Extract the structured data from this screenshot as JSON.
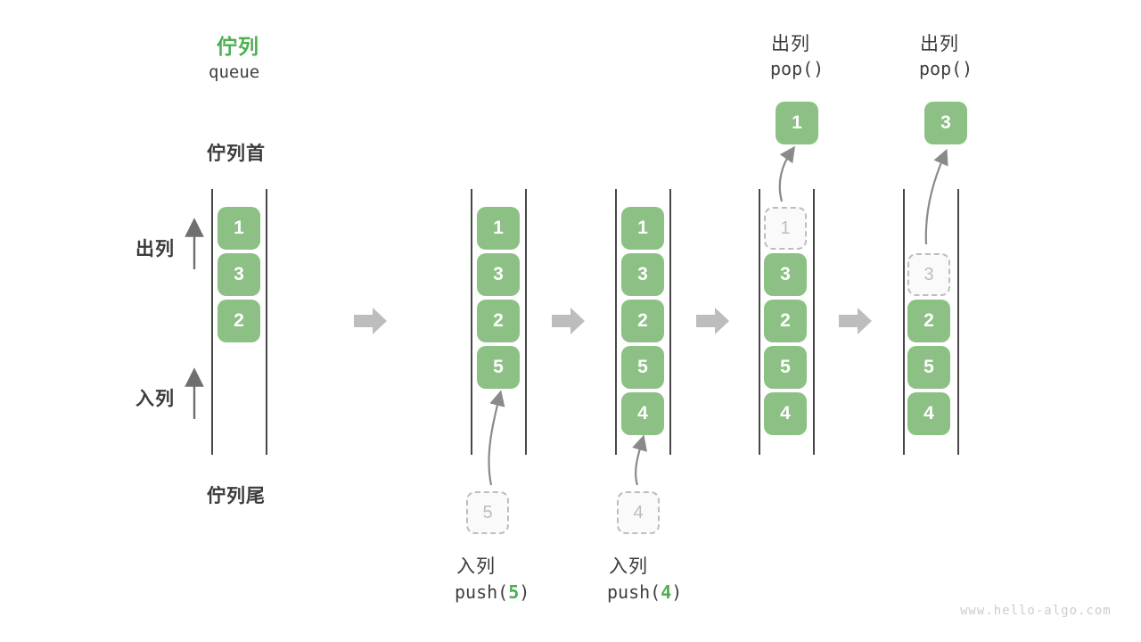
{
  "header": {
    "title": "佇列",
    "subtitle": "queue"
  },
  "side_labels": {
    "queue_front": "佇列首",
    "queue_rear": "佇列尾",
    "dequeue": "出列",
    "enqueue": "入列"
  },
  "columns": [
    {
      "cells": [
        "1",
        "3",
        "2"
      ]
    },
    {
      "cells": [
        "1",
        "3",
        "2",
        "5"
      ],
      "ghost": "5",
      "op_label": "入列",
      "op_code_before": "push(",
      "op_arg": "5",
      "op_code_after": ")"
    },
    {
      "cells": [
        "1",
        "3",
        "2",
        "5",
        "4"
      ],
      "ghost": "4",
      "op_label": "入列",
      "op_code_before": "push(",
      "op_arg": "4",
      "op_code_after": ")"
    },
    {
      "cells": [
        "3",
        "2",
        "5",
        "4"
      ],
      "ghost": "1",
      "popped": "1",
      "op_label": "出列",
      "op_code": "pop()"
    },
    {
      "cells": [
        "2",
        "5",
        "4"
      ],
      "ghost": "3",
      "popped": "3",
      "op_label": "出列",
      "op_code": "pop()"
    }
  ],
  "watermark": "www.hello-algo.com",
  "colors": {
    "cell_green": "#8cc084",
    "accent_green": "#4caf50",
    "dark_text": "#3b3b3b",
    "rail": "#474747",
    "arrow_gray": "#8a8a8a",
    "block_arrow": "#bdbdbd",
    "ghost_gray": "#bdbdbd",
    "watermark_gray": "#cdcdcd"
  }
}
